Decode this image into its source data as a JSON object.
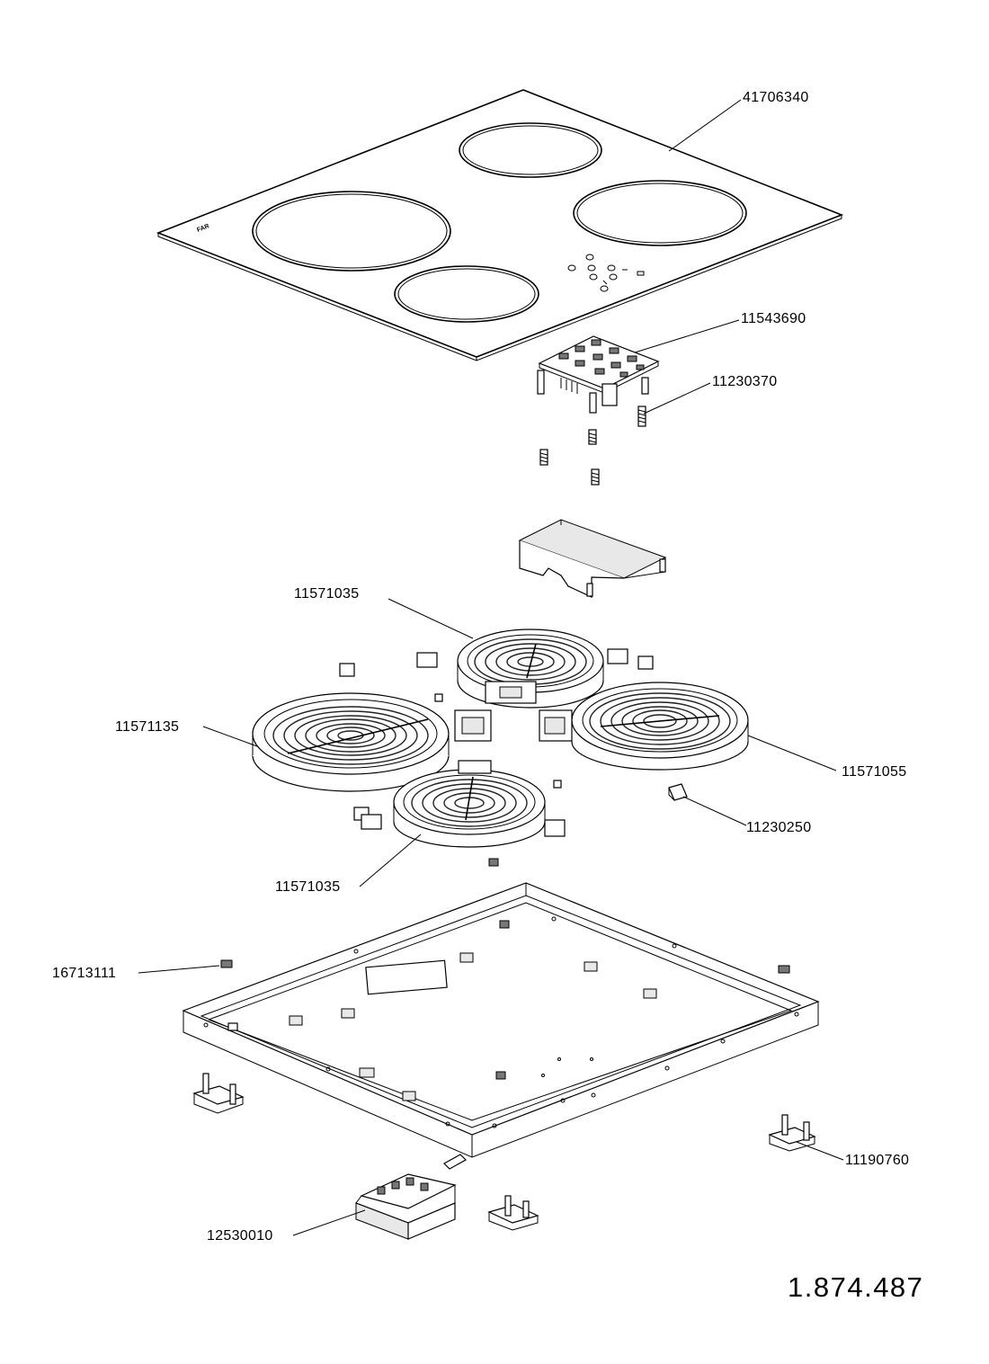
{
  "document_number": "1.874.487",
  "parts": {
    "glass_top": "41706340",
    "control_board": "11543690",
    "spring": "11230370",
    "heater_rear": "11571035",
    "heater_left": "11571135",
    "heater_right": "11571055",
    "clip": "11230250",
    "heater_front": "11571035",
    "bracket": "16713111",
    "foot": "11190760",
    "terminal_block": "12530010"
  },
  "glass_marking": "FAR"
}
